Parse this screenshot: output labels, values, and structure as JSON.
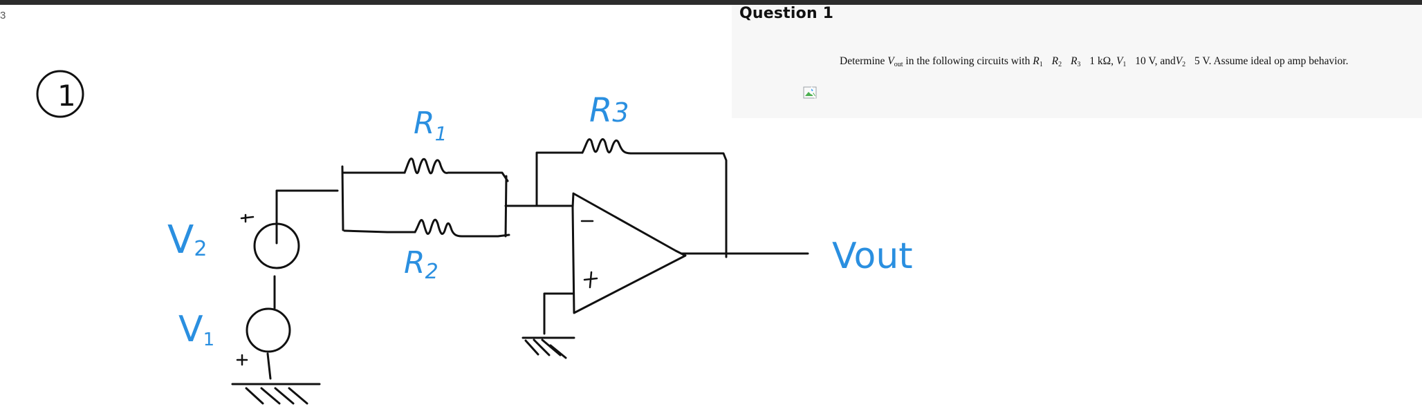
{
  "page": {
    "number_fragment": "3"
  },
  "question": {
    "title": "Question 1",
    "text": {
      "determine": "Determine",
      "v": "V",
      "out_sub": "out",
      "mid": "in the following circuits with",
      "r": "R",
      "r1_sub": "1",
      "r2_sub": "2",
      "r3_sub": "3",
      "value_res": "1 kΩ,",
      "v1_sub": "1",
      "value_v1": "10 V, and",
      "v2_sub": "2",
      "value_v2": "5 V. Assume ideal op amp behavior."
    }
  },
  "figure": {
    "circle_number": "1",
    "labels": {
      "v2_v": "V",
      "v2_sub": "2",
      "v1_v": "V",
      "v1_sub": "1",
      "r1_r": "R",
      "r1_sub": "1",
      "r2_r": "R",
      "r2_sub": "2",
      "r3_r": "R",
      "r3_sub": "3",
      "vout": "Vout",
      "plus": "+",
      "minus": "−"
    },
    "colors": {
      "ink": "#111111",
      "annotation": "#2a8fe0"
    }
  }
}
